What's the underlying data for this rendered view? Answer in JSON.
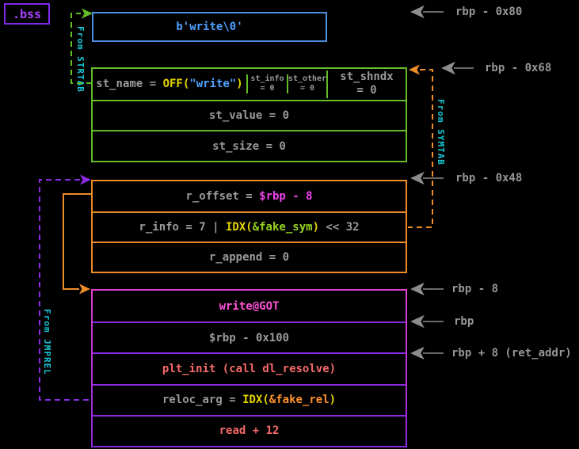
{
  "palette": {
    "background": "#000000",
    "gray_text": "#9a9a9a",
    "cyan_label": "#14c7d6",
    "yellow": "#e5d500",
    "blue": "#4da0ff",
    "green_box": "#64bc28",
    "bright_green": "#96d41e",
    "orange": "#f08c28",
    "magenta": "#ee44ee",
    "pink": "#ff52d8",
    "salmon": "#f56a6a",
    "purple": "#8a2be2",
    "bss_text": "#aa44ff"
  },
  "bss": {
    "label": ".bss",
    "string": "b'write\\0'"
  },
  "fake_sym": {
    "st_name": {
      "prefix": "st_name = ",
      "fn": "OFF(",
      "arg": "\"write\"",
      "close": ")"
    },
    "st_info": {
      "name": "st_info",
      "value": "= 0"
    },
    "st_other": {
      "name": "st_other",
      "value": "= 0"
    },
    "st_shndx": {
      "name": "st_shndx",
      "value": "= 0"
    },
    "st_value": "st_value = 0",
    "st_size": "st_size = 0"
  },
  "fake_rel": {
    "r_offset": {
      "prefix": "r_offset = ",
      "value": "$rbp - 8"
    },
    "r_info": {
      "prefix": "r_info = 7 | ",
      "fn": "IDX(",
      "arg": "&fake_sym",
      "close": ")",
      "suffix": " << 32"
    },
    "r_append": "r_append = 0"
  },
  "stack": {
    "write_got": "write@GOT",
    "saved_rbp": "$rbp - 0x100",
    "plt_init": "plt_init (call dl_resolve)",
    "reloc_arg": {
      "prefix": "reloc_arg = ",
      "fn": "IDX(",
      "arg": "&fake_rel",
      "close": ")"
    },
    "read_gadget": "read + 12"
  },
  "offsets": {
    "rbp_0x80": "rbp - 0x80",
    "rbp_0x68": "rbp - 0x68",
    "rbp_0x48": "rbp - 0x48",
    "rbp_8": "rbp - 8",
    "rbp": "rbp",
    "rbp_ret": "rbp + 8 (ret_addr)"
  },
  "connectors": {
    "from_strtab": "From STRTAB",
    "from_symtab": "From SYMTAB",
    "from_jmprel": "From JMPREL"
  }
}
